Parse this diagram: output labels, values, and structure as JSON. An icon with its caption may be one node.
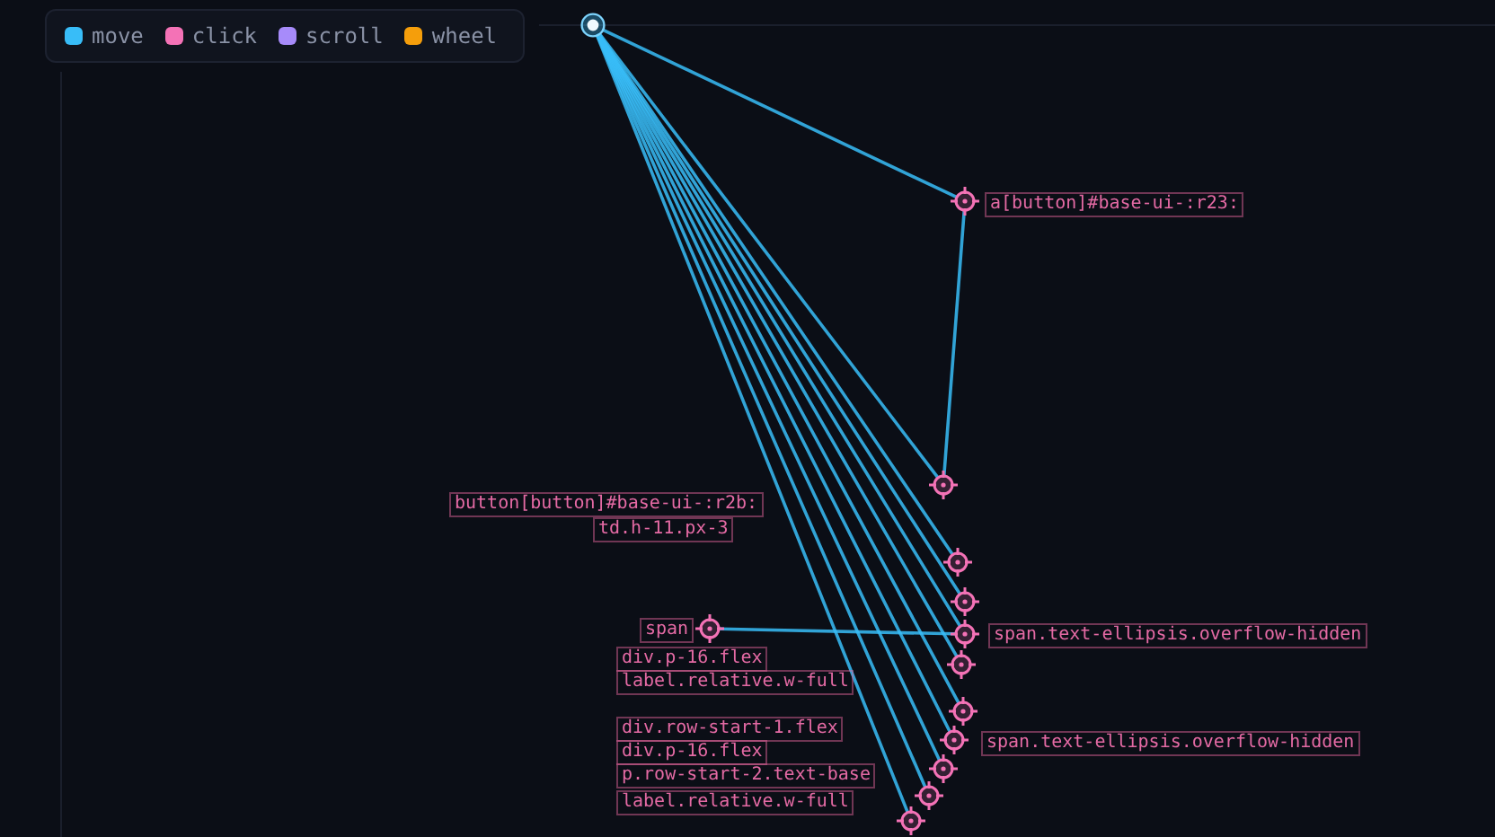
{
  "diagram": {
    "nodes": [
      {
        "text": [],
        "shape": "circle"
      },
      {
        "text": [],
        "shape": "crosshair"
      },
      {
        "text": [
          "a[button]#base-ui-:r23:"
        ]
      },
      {
        "text": [],
        "shape": "crosshair"
      },
      {
        "text": [
          "button[button]#base-ui-:r2b:"
        ]
      },
      {
        "text": [
          "td.h-11.px-3"
        ]
      },
      {
        "text": [],
        "shape": "crosshair"
      },
      {
        "text": [],
        "shape": "crosshair"
      },
      {
        "text": [
          "span"
        ]
      },
      {
        "text": [],
        "shape": "crosshair"
      },
      {
        "text": [],
        "shape": "crosshair"
      },
      {
        "text": [
          "span.text-ellipsis.overflow-hidden"
        ]
      },
      {
        "text": [
          "div.p-16.flex"
        ]
      },
      {
        "text": [],
        "shape": "crosshair"
      },
      {
        "text": [
          "label.relative.w-full"
        ]
      },
      {
        "text": [],
        "shape": "crosshair"
      },
      {
        "text": [
          "div.row-start-1.flex"
        ]
      },
      {
        "text": [],
        "shape": "crosshair"
      },
      {
        "text": [
          "span.text-ellipsis.overflow-hidden"
        ]
      },
      {
        "text": [
          "div.p-16.flex"
        ]
      },
      {
        "text": [],
        "shape": "crosshair"
      },
      {
        "text": [
          "p.row-start-2.text-base"
        ]
      },
      {
        "text": [
          "label.relative.w-full"
        ]
      },
      {
        "text": [],
        "shape": "crosshair"
      },
      {
        "text": [],
        "shape": "crosshair"
      }
    ],
    "edges": [
      {
        "from": 0,
        "to": 1,
        "arrow": "none"
      },
      {
        "from": 0,
        "to": 3,
        "arrow": "none"
      },
      {
        "from": 0,
        "to": 6,
        "arrow": "none"
      },
      {
        "from": 0,
        "to": 7,
        "arrow": "none"
      },
      {
        "from": 0,
        "to": 10,
        "arrow": "none"
      },
      {
        "from": 0,
        "to": 13,
        "arrow": "none"
      },
      {
        "from": 0,
        "to": 15,
        "arrow": "none"
      },
      {
        "from": 0,
        "to": 17,
        "arrow": "none"
      },
      {
        "from": 0,
        "to": 20,
        "arrow": "none"
      },
      {
        "from": 0,
        "to": 23,
        "arrow": "none"
      },
      {
        "from": 0,
        "to": 24,
        "arrow": "none"
      },
      {
        "from": 1,
        "to": 3,
        "arrow": "none"
      },
      {
        "from": 9,
        "to": 10,
        "arrow": "none"
      }
    ],
    "legend": [
      {
        "text": "move",
        "color": "#38bdf8"
      },
      {
        "text": "click",
        "color": "#f472b6"
      },
      {
        "text": "scroll",
        "color": "#a78bfa"
      },
      {
        "text": "wheel",
        "color": "#f59e0b"
      }
    ]
  }
}
